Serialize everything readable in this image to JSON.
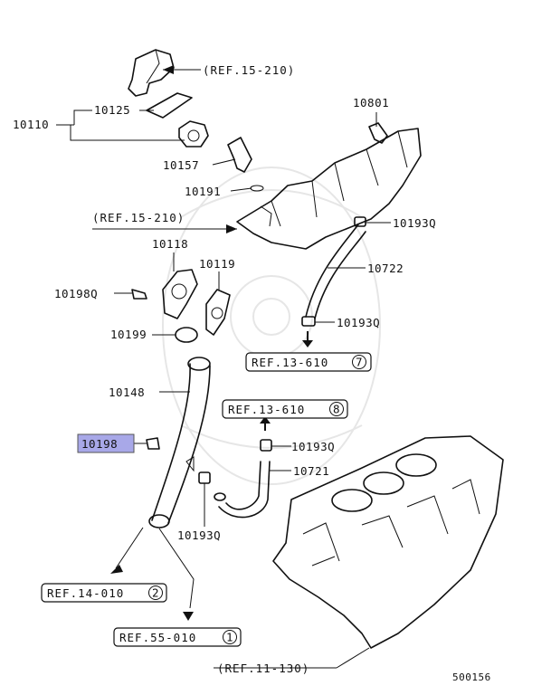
{
  "labels": {
    "p10110": "10110",
    "p10125": "10125",
    "p10157": "10157",
    "p10191": "10191",
    "p10801": "10801",
    "p10193q_a": "10193Q",
    "p10118": "10118",
    "p10119": "10119",
    "p10722": "10722",
    "p10198q": "10198Q",
    "p10193q_b": "10193Q",
    "p10199": "10199",
    "p10148": "10148",
    "p10198": "10198",
    "p10193q_c": "10193Q",
    "p10721": "10721",
    "p10193q_d": "10193Q",
    "diagram_id": "500156"
  },
  "refs": {
    "ref_15_210_top": "(REF.15-210)",
    "ref_15_210_mid": "(REF.15-210)",
    "ref_13_610_7": "REF.13-610",
    "ref_13_610_7_num": "7",
    "ref_13_610_8": "REF.13-610",
    "ref_13_610_8_num": "8",
    "ref_14_010": "REF.14-010",
    "ref_14_010_num": "2",
    "ref_55_010": "REF.55-010",
    "ref_55_010_num": "1",
    "ref_11_130": "(REF.11-130)"
  },
  "highlight_color": "#a8a8e8"
}
